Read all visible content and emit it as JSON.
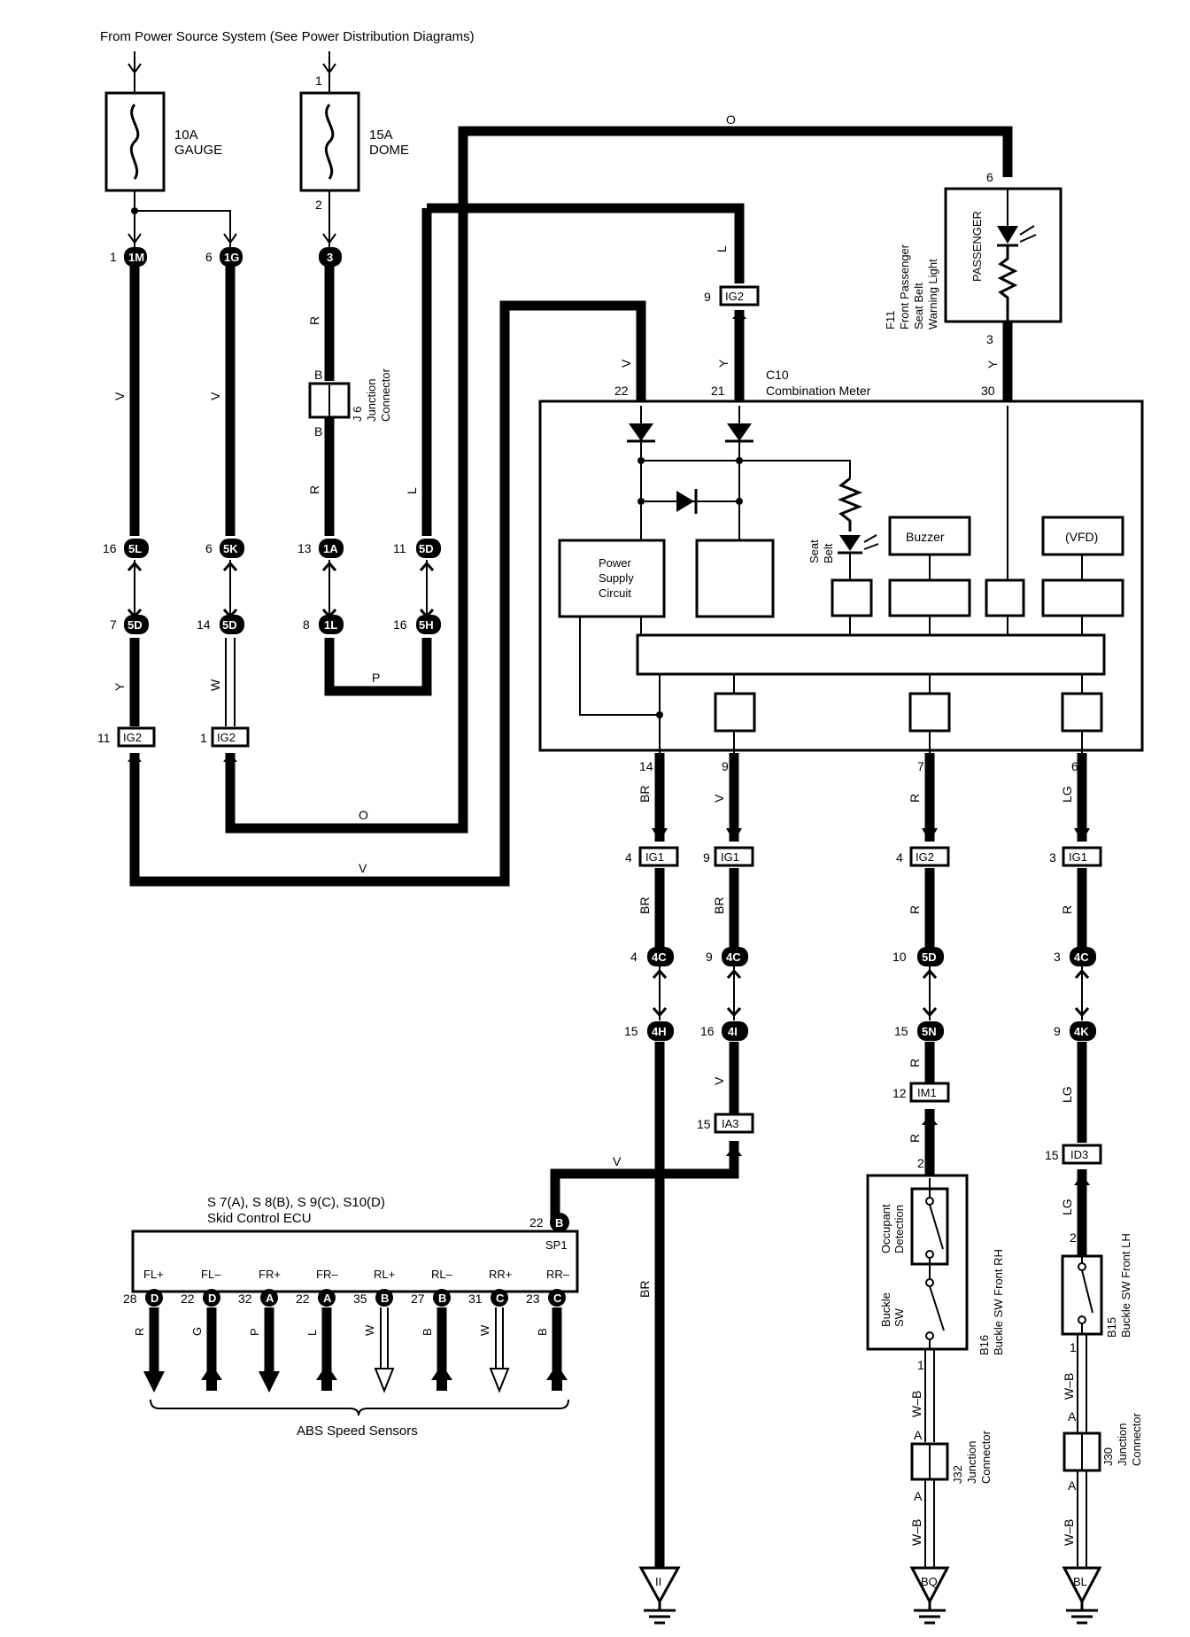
{
  "header": {
    "source_note": "From Power Source System (See Power Distribution Diagrams)"
  },
  "fuses": [
    {
      "id": "fuse-gauge",
      "rating": "10A",
      "name": "GAUGE"
    },
    {
      "id": "fuse-dome",
      "rating": "15A",
      "name": "DOME"
    }
  ],
  "wires": {
    "O": "O",
    "L": "L",
    "V": "V",
    "Y": "Y",
    "R": "R",
    "B": "B",
    "P": "P",
    "W": "W",
    "BR": "BR",
    "LG": "LG",
    "G": "G",
    "WB": "W–B",
    "WBarrow": "W–B"
  },
  "connectors": {
    "1M": "1M",
    "1G": "1G",
    "3": "3",
    "5L": "5L",
    "5K": "5K",
    "1A": "1A",
    "5D": "5D",
    "1L": "1L",
    "5H": "5H",
    "IG2": "IG2",
    "IG1": "IG1",
    "4C": "4C",
    "4H": "4H",
    "4I": "4I",
    "IA3": "IA3",
    "5N": "5N",
    "IM1": "IM1",
    "4K": "4K",
    "ID3": "ID3",
    "B": "B",
    "D": "D",
    "A": "A",
    "C": "C"
  },
  "pins": {
    "p1": "1",
    "p2": "2",
    "p3": "3",
    "p4": "4",
    "p6": "6",
    "p7": "7",
    "p8": "8",
    "p9": "9",
    "p10": "10",
    "p11": "11",
    "p12": "12",
    "p13": "13",
    "p14": "14",
    "p15": "15",
    "p16": "16",
    "p21": "21",
    "p22": "22",
    "p23": "23",
    "p27": "27",
    "p28": "28",
    "p30": "30",
    "p31": "31",
    "p32": "32",
    "p35": "35",
    "pA": "A"
  },
  "j6": {
    "id": "J 6",
    "name1": "Junction",
    "name2": "Connector"
  },
  "j32": {
    "id": "J32",
    "name1": "Junction",
    "name2": "Connector"
  },
  "j30": {
    "id": "J30",
    "name1": "Junction",
    "name2": "Connector"
  },
  "f11": {
    "id": "F11",
    "line1": "Front Passenger",
    "line2": "Seat Belt",
    "line3": "Warning Light",
    "inner": "PASSENGER"
  },
  "meter": {
    "id": "C10",
    "name": "Combination Meter",
    "power_supply": [
      "Power",
      "Supply",
      "Circuit"
    ],
    "seat_belt": [
      "Seat",
      "Belt"
    ],
    "buzzer": "Buzzer",
    "vfd": "(VFD)"
  },
  "ecu": {
    "ids": "S 7(A), S 8(B), S 9(C), S10(D)",
    "name": "Skid Control ECU",
    "sp1": "SP1",
    "terminals": [
      "FL+",
      "FL–",
      "FR+",
      "FR–",
      "RL+",
      "RL–",
      "RR+",
      "RR–"
    ],
    "sensors_label": "ABS Speed Sensors"
  },
  "b16": {
    "id": "B16",
    "name": "Buckle SW Front RH",
    "occ1": "Occupant",
    "occ2": "Detection",
    "buckle1": "Buckle",
    "buckle2": "SW"
  },
  "b15": {
    "id": "B15",
    "name": "Buckle SW Front LH"
  },
  "grounds": {
    "II": "II",
    "BQ": "BQ",
    "BL": "BL"
  }
}
